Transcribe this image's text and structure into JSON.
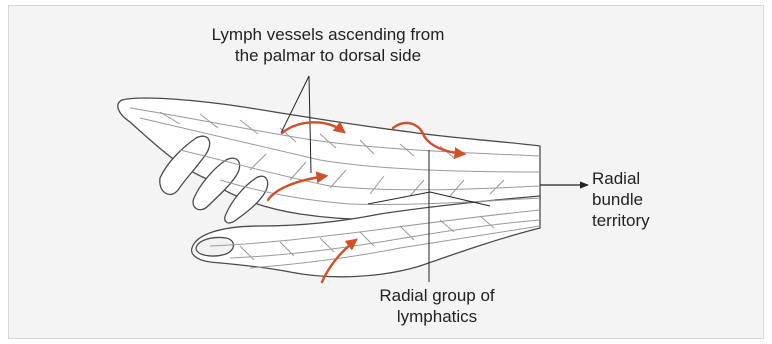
{
  "labels": {
    "lymph_vessels": {
      "line1": "Lymph vessels ascending from",
      "line2": "the palmar to dorsal side"
    },
    "radial_group": {
      "line1": "Radial group of",
      "line2": "lymphatics"
    },
    "radial_bundle": {
      "line1": "Radial",
      "line2": "bundle",
      "line3": "territory"
    }
  },
  "colors": {
    "background": "#f4f4f4",
    "outline": "#4a4a4a",
    "vessels": "#9a9a9a",
    "arrows": "#d0502a",
    "text": "#222222"
  },
  "icons": {
    "direction_arrow": "right-arrow-icon",
    "flow_arrows": "curved-arrow-icon"
  }
}
